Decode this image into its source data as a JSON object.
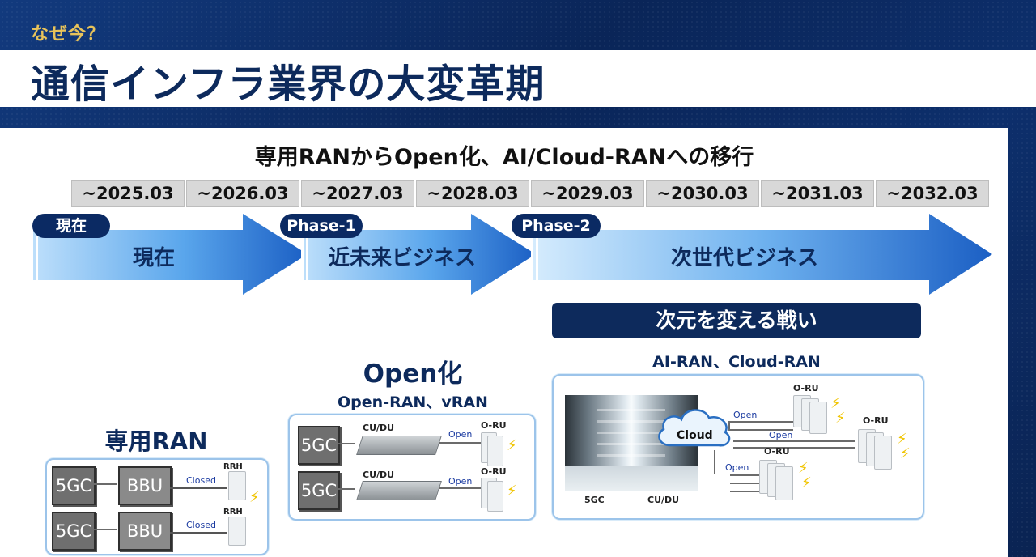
{
  "header": {
    "section_label": "なぜ今？",
    "title": "通信インフラ業界の大変革期"
  },
  "subtitle": "専用RANからOpen化、AI/Cloud-RANへの移行",
  "timeline": [
    "~2025.03",
    "~2026.03",
    "~2027.03",
    "~2028.03",
    "~2029.03",
    "~2030.03",
    "~2031.03",
    "~2032.03"
  ],
  "phases": [
    {
      "badge": "現在",
      "label": "現在"
    },
    {
      "badge": "Phase-1",
      "label": "近未来ビジネス"
    },
    {
      "badge": "Phase-2",
      "label": "次世代ビジネス"
    }
  ],
  "battle_label": "次元を変える戦い",
  "dedicated": {
    "title": "専用RAN",
    "rows": [
      {
        "core": "5GC",
        "bbu": "BBU",
        "link": "Closed",
        "radio": "RRH"
      },
      {
        "core": "5GC",
        "bbu": "BBU",
        "link": "Closed",
        "radio": "RRH"
      }
    ]
  },
  "open": {
    "title": "Open化",
    "subtitle": "Open-RAN、vRAN",
    "rows": [
      {
        "core": "5GC",
        "cu": "CU/DU",
        "link": "Open",
        "radio": "O-RU"
      },
      {
        "core": "5GC",
        "cu": "CU/DU",
        "link": "Open",
        "radio": "O-RU"
      }
    ]
  },
  "ai": {
    "title": "AI-RAN、Cloud-RAN",
    "cloud": "Cloud",
    "dc_labels": [
      "5GC",
      "CU/DU"
    ],
    "links": [
      "Open",
      "Open",
      "Open"
    ],
    "radios": [
      "O-RU",
      "O-RU",
      "O-RU"
    ]
  },
  "colors": {
    "navy": "#0d2a5c",
    "accent_gold": "#e8c35a",
    "arrow_blue": "#1c64c8",
    "box_border": "#9cc4ea"
  }
}
